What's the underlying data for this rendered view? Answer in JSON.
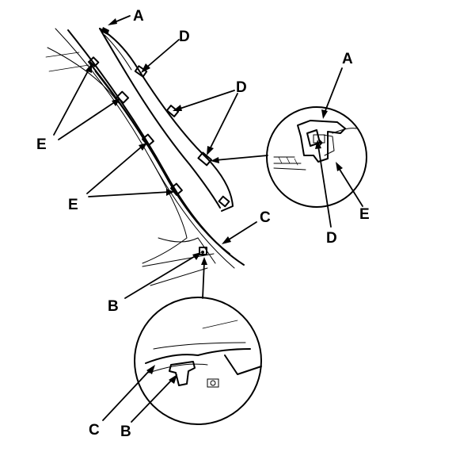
{
  "callouts": {
    "A": "A",
    "B": "B",
    "C": "C",
    "D": "D",
    "E": "E"
  },
  "detail_top_right": {
    "labels": [
      "A",
      "D",
      "E"
    ]
  },
  "detail_bottom": {
    "labels": [
      "C",
      "B"
    ]
  }
}
